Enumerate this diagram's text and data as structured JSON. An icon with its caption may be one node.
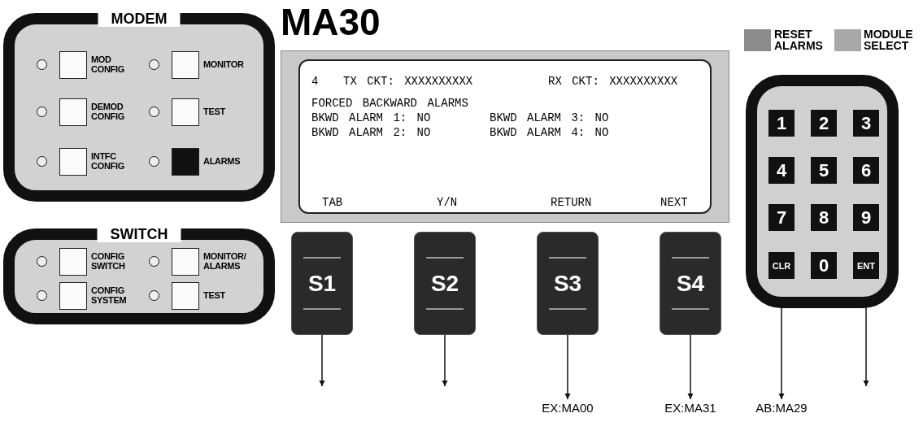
{
  "diagram": {
    "title": "MA30",
    "nodes": [
      {
        "text": [
          "MODEM"
        ]
      },
      {
        "text": [
          "MOD CONFIG"
        ],
        "in": 0
      },
      {
        "text": [
          "MONITOR"
        ],
        "in": 0
      },
      {
        "text": [
          "DEMOD CONFIG"
        ],
        "in": 0
      },
      {
        "text": [
          "TEST"
        ],
        "in": 0
      },
      {
        "text": [
          "INTFC CONFIG"
        ],
        "in": 0
      },
      {
        "text": [
          "ALARMS"
        ],
        "in": 0
      },
      {
        "text": [
          "SWITCH"
        ]
      },
      {
        "text": [
          "CONFIG SWITCH"
        ],
        "in": 7
      },
      {
        "text": [
          "MONITOR/ ALARMS"
        ],
        "in": 7
      },
      {
        "text": [
          "CONFIG SYSTEM"
        ],
        "in": 7
      },
      {
        "text": [
          "TEST"
        ],
        "in": 7
      },
      {
        "text": [
          "4",
          "TX CKT: XXXXXXXXXX",
          "RX CKT: XXXXXXXXXX",
          "FORCED BACKWARD ALARMS",
          "BKWD ALARM 1: NO",
          "BKWD ALARM 3: NO",
          "BKWD ALARM 2: NO",
          "BKWD ALARM 4: NO",
          "TAB",
          "Y/N",
          "RETURN",
          "NEXT"
        ]
      },
      {
        "text": [
          "S1"
        ]
      },
      {
        "text": [
          "S2"
        ]
      },
      {
        "text": [
          "S3"
        ]
      },
      {
        "text": [
          "S4"
        ]
      },
      {
        "text": [],
        "shape": "box"
      },
      {
        "text": [
          "1"
        ],
        "in": 17
      },
      {
        "text": [
          "2"
        ],
        "in": 17
      },
      {
        "text": [
          "3"
        ],
        "in": 17
      },
      {
        "text": [
          "4"
        ],
        "in": 17
      },
      {
        "text": [
          "5"
        ],
        "in": 17
      },
      {
        "text": [
          "6"
        ],
        "in": 17
      },
      {
        "text": [
          "7"
        ],
        "in": 17
      },
      {
        "text": [
          "8"
        ],
        "in": 17
      },
      {
        "text": [
          "9"
        ],
        "in": 17
      },
      {
        "text": [
          "CLR"
        ],
        "in": 17
      },
      {
        "text": [
          "0"
        ],
        "in": 17
      },
      {
        "text": [
          "ENT"
        ],
        "in": 17
      },
      {
        "text": [
          "EX:MA00"
        ]
      },
      {
        "text": [
          "EX:MA31"
        ]
      },
      {
        "text": [
          "AB:MA29"
        ]
      }
    ],
    "edges": [
      {
        "from": 13,
        "to": null,
        "arrow": "to"
      },
      {
        "from": 14,
        "to": null,
        "arrow": "to"
      },
      {
        "from": 15,
        "to": 30,
        "arrow": "to"
      },
      {
        "from": 16,
        "to": 31,
        "arrow": "to"
      },
      {
        "from": 27,
        "to": 32,
        "arrow": "to"
      },
      {
        "from": 29,
        "to": null,
        "arrow": "to"
      }
    ],
    "legend": [
      {
        "text": "RESET ALARMS",
        "color": "#8c8c8c"
      },
      {
        "text": "MODULE SELECT",
        "color": "#a8a8a8"
      }
    ]
  }
}
